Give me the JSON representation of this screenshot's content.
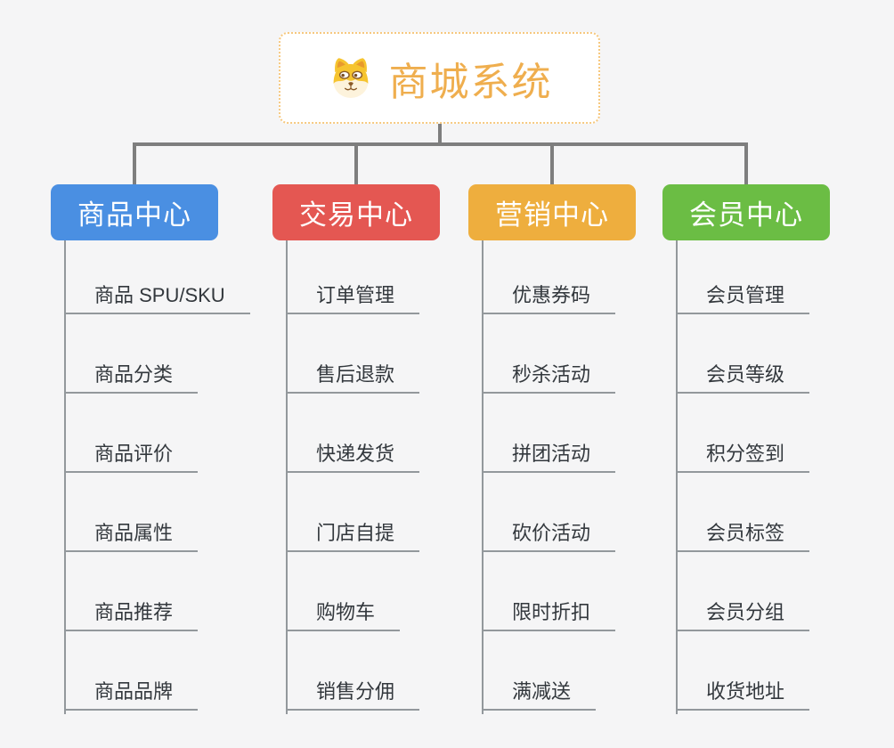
{
  "root": {
    "title": "商城系统",
    "icon": "shiba-dog-face"
  },
  "branches": [
    {
      "id": "product-center",
      "label": "商品中心",
      "color": "#4a8fe2",
      "items": [
        "商品 SPU/SKU",
        "商品分类",
        "商品评价",
        "商品属性",
        "商品推荐",
        "商品品牌"
      ]
    },
    {
      "id": "trade-center",
      "label": "交易中心",
      "color": "#e45752",
      "items": [
        "订单管理",
        "售后退款",
        "快递发货",
        "门店自提",
        "购物车",
        "销售分佣"
      ]
    },
    {
      "id": "marketing-center",
      "label": "营销中心",
      "color": "#eeae3e",
      "items": [
        "优惠券码",
        "秒杀活动",
        "拼团活动",
        "砍价活动",
        "限时折扣",
        "满减送"
      ]
    },
    {
      "id": "member-center",
      "label": "会员中心",
      "color": "#6bbd44",
      "items": [
        "会员管理",
        "会员等级",
        "积分签到",
        "会员标签",
        "会员分组",
        "收货地址"
      ]
    }
  ],
  "style": {
    "background": "#f5f5f6",
    "root_border_color": "#f6c87f",
    "root_title_color": "#efae4e",
    "connector_color": "#7e7e7e",
    "leaf_line_color": "#93989c",
    "leaf_text_color": "#33383d"
  }
}
